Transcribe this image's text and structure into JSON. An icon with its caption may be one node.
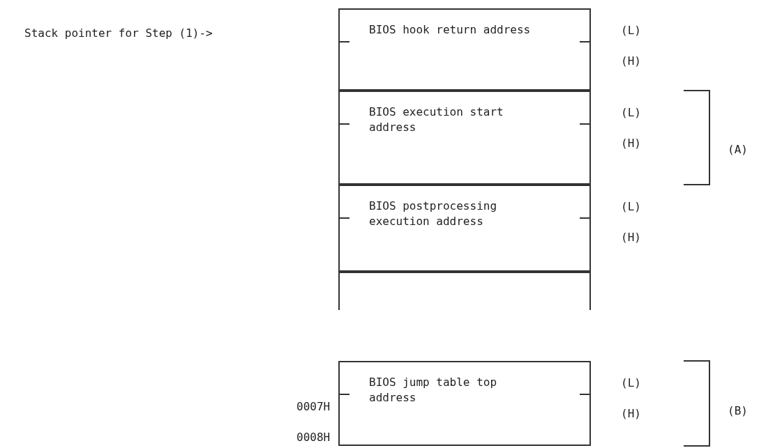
{
  "diagram": {
    "nodes": [
      {
        "text": [
          "BIOS hook return address"
        ],
        "beside": [
          "(L)",
          "(H)"
        ]
      },
      {
        "text": [
          "BIOS execution start address"
        ],
        "beside": [
          "(L)",
          "(H)"
        ]
      },
      {
        "text": [
          "BIOS postprocessing execution address"
        ],
        "beside": [
          "(L)",
          "(H)"
        ]
      },
      {
        "text": [],
        "shape": "box"
      },
      {
        "text": [
          "BIOS jump table top address"
        ],
        "beside": [
          "(L)",
          "(H)"
        ]
      }
    ],
    "labels": [
      "Stack pointer for Step (1)->",
      "(A)",
      "0007H",
      "(B)",
      "0008H"
    ]
  }
}
